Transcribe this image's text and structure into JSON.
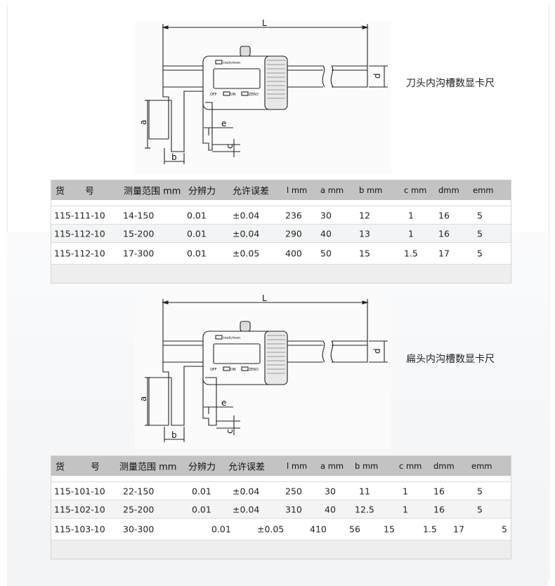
{
  "products": [
    {
      "caption": "刀头内沟槽数显卡尺",
      "drawing": {
        "dim_L": "L",
        "dim_d": "d",
        "dim_a": "a",
        "dim_b": "b",
        "dim_c": "c",
        "dim_e": "e",
        "btn_inch_mm": "inch/mm",
        "btn_off": "OFF",
        "btn_on": "ON",
        "btn_zero": "ZERO"
      },
      "table": {
        "headers": [
          "货",
          "号",
          "测量范围 mm",
          "分辨力",
          "允许误差",
          "l mm",
          "a mm",
          "b mm",
          "c mm",
          "dmm",
          "emm"
        ],
        "rows": [
          [
            "115-111-10",
            "14-150",
            "0.01",
            "±0.04",
            "236",
            "30",
            "12",
            "1",
            "16",
            "5"
          ],
          [
            "115-112-10",
            "15-200",
            "0.01",
            "±0.04",
            "290",
            "40",
            "13",
            "1",
            "16",
            "5"
          ],
          [
            "115-112-10",
            "17-300",
            "0.01",
            "±0.05",
            "400",
            "50",
            "15",
            "1.5",
            "17",
            "5"
          ]
        ]
      }
    },
    {
      "caption": "扁头内沟槽数显卡尺",
      "drawing": {
        "dim_L": "L",
        "dim_d": "d",
        "dim_a": "a",
        "dim_b": "b",
        "dim_c": "c",
        "dim_e": "e",
        "btn_inch_mm": "inch/mm",
        "btn_off": "OFF",
        "btn_on": "ON",
        "btn_zero": "ZERO"
      },
      "table": {
        "headers": [
          "货",
          "号",
          "测量范围 mm",
          "分辨力",
          "允许误差",
          "l mm",
          "a mm",
          "b mm",
          "c mm",
          "dmm",
          "emm"
        ],
        "rows": [
          [
            "115-101-10",
            "22-150",
            "0.01",
            "±0.04",
            "250",
            "30",
            "11",
            "1",
            "16",
            "5"
          ],
          [
            "115-102-10",
            "25-200",
            "0.01",
            "±0.04",
            "310",
            "40",
            "12.5",
            "1",
            "16",
            "5"
          ],
          [
            "115-103-10",
            "30-300",
            "0.01",
            "±0.05",
            "410",
            "56",
            "15",
            "1.5",
            "17",
            "5"
          ]
        ]
      }
    }
  ]
}
